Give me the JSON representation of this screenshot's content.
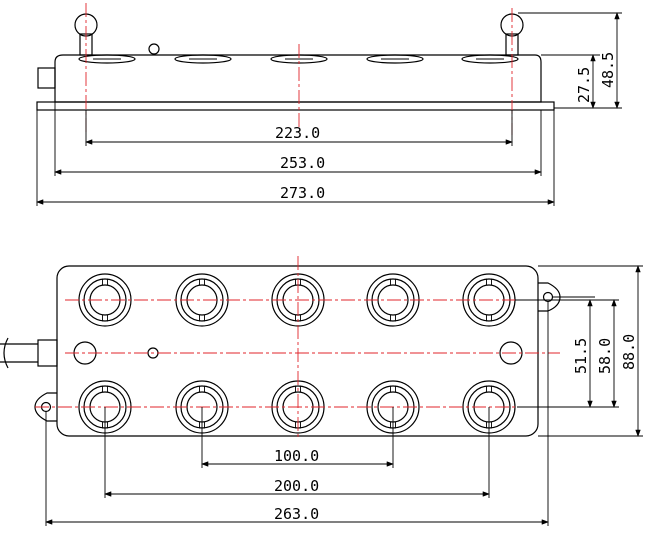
{
  "dimensions": {
    "side_view": {
      "d1": "223.0",
      "d2": "253.0",
      "d3": "273.0",
      "h1": "27.5",
      "h2": "48.5"
    },
    "top_view": {
      "d1": "100.0",
      "d2": "200.0",
      "d3": "263.0",
      "v1": "51.5",
      "v2": "58.0",
      "v3": "88.0"
    }
  },
  "colors": {
    "line": "#000000",
    "centerline": "#e0242b",
    "background": "#ffffff"
  }
}
